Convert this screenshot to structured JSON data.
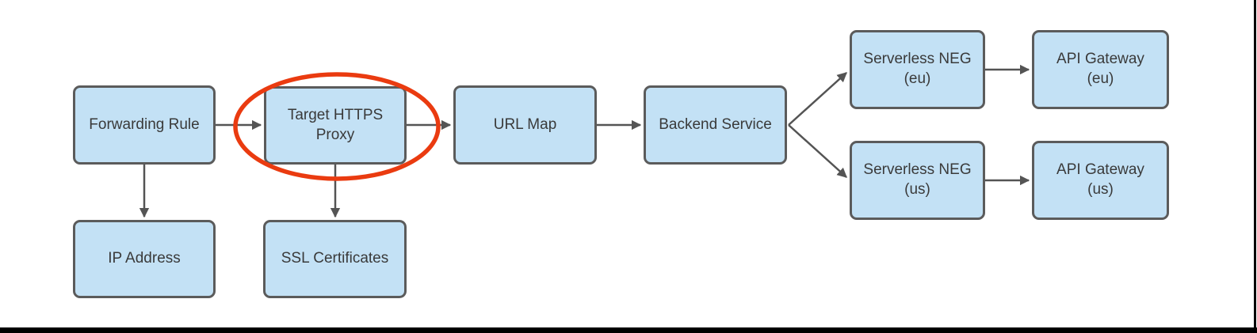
{
  "diagram": {
    "nodes": [
      {
        "id": "forwarding-rule",
        "label": "Forwarding Rule"
      },
      {
        "id": "target-https-proxy",
        "label": "Target HTTPS\nProxy",
        "highlighted": true
      },
      {
        "id": "url-map",
        "label": "URL Map"
      },
      {
        "id": "backend-service",
        "label": "Backend Service"
      },
      {
        "id": "serverless-neg-eu",
        "label": "Serverless NEG\n(eu)"
      },
      {
        "id": "api-gateway-eu",
        "label": "API Gateway\n(eu)"
      },
      {
        "id": "serverless-neg-us",
        "label": "Serverless NEG\n(us)"
      },
      {
        "id": "api-gateway-us",
        "label": "API Gateway\n(us)"
      },
      {
        "id": "ip-address",
        "label": "IP Address"
      },
      {
        "id": "ssl-certificates",
        "label": "SSL Certificates"
      }
    ],
    "edges": [
      {
        "from": "forwarding-rule",
        "to": "target-https-proxy"
      },
      {
        "from": "target-https-proxy",
        "to": "url-map"
      },
      {
        "from": "url-map",
        "to": "backend-service"
      },
      {
        "from": "backend-service",
        "to": "serverless-neg-eu"
      },
      {
        "from": "backend-service",
        "to": "serverless-neg-us"
      },
      {
        "from": "serverless-neg-eu",
        "to": "api-gateway-eu"
      },
      {
        "from": "serverless-neg-us",
        "to": "api-gateway-us"
      },
      {
        "from": "forwarding-rule",
        "to": "ip-address"
      },
      {
        "from": "target-https-proxy",
        "to": "ssl-certificates"
      }
    ],
    "highlight": {
      "shape": "ellipse",
      "around": "target-https-proxy"
    },
    "colors": {
      "node_fill": "#C3E1F5",
      "node_border": "#5B5B5B",
      "arrow": "#545454",
      "highlight": "#EA3B10",
      "text": "#3A3A3A",
      "frame": "#000000"
    }
  }
}
